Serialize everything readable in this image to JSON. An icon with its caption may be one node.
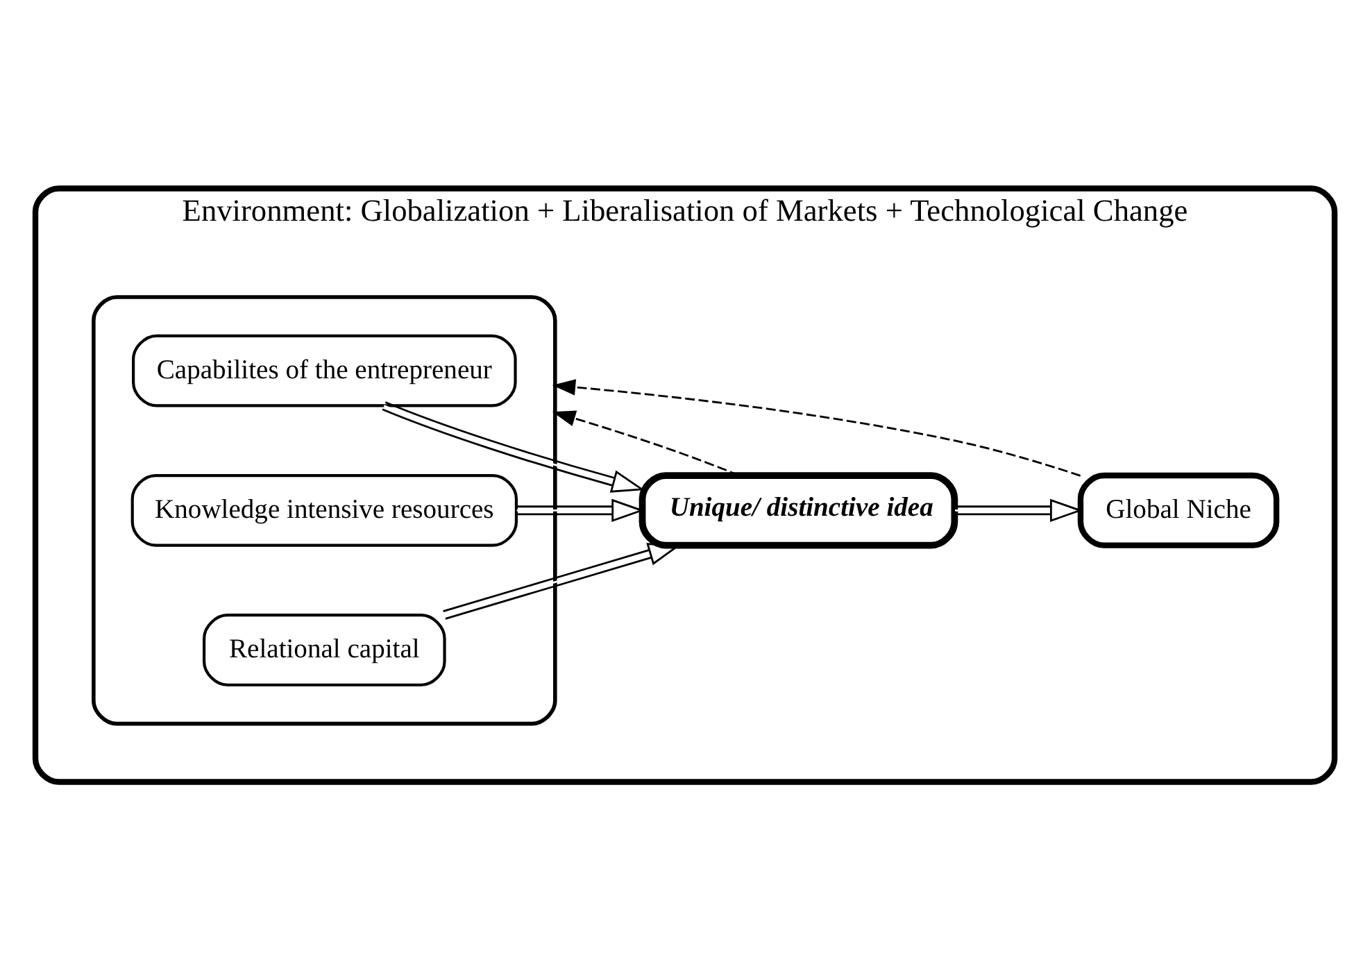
{
  "diagram": {
    "nodes": [
      {
        "text": [
          "Environment: Globalization + Liberalisation of Markets + Technological Change"
        ]
      },
      {
        "text": [],
        "shape": "ellipse",
        "in": 0
      },
      {
        "text": [
          "Capabilites of the entrepreneur"
        ],
        "in": 1
      },
      {
        "text": [
          "Knowledge intensive resources"
        ],
        "in": 1
      },
      {
        "text": [
          "Relational capital"
        ],
        "in": 1
      },
      {
        "text": [
          "Unique/ distinctive idea"
        ],
        "in": 0
      },
      {
        "text": [
          "Global Niche"
        ],
        "in": 0
      }
    ],
    "edges": [
      {
        "from": 2,
        "to": 5,
        "arrow": "to"
      },
      {
        "from": 3,
        "to": 5,
        "arrow": "to"
      },
      {
        "from": 4,
        "to": 5,
        "arrow": "to"
      },
      {
        "from": 5,
        "to": 6,
        "arrow": "to"
      },
      {
        "from": 5,
        "to": 1,
        "arrow": "to",
        "style": "dashed"
      },
      {
        "from": 6,
        "to": 1,
        "arrow": "to",
        "style": "dashed"
      }
    ]
  }
}
